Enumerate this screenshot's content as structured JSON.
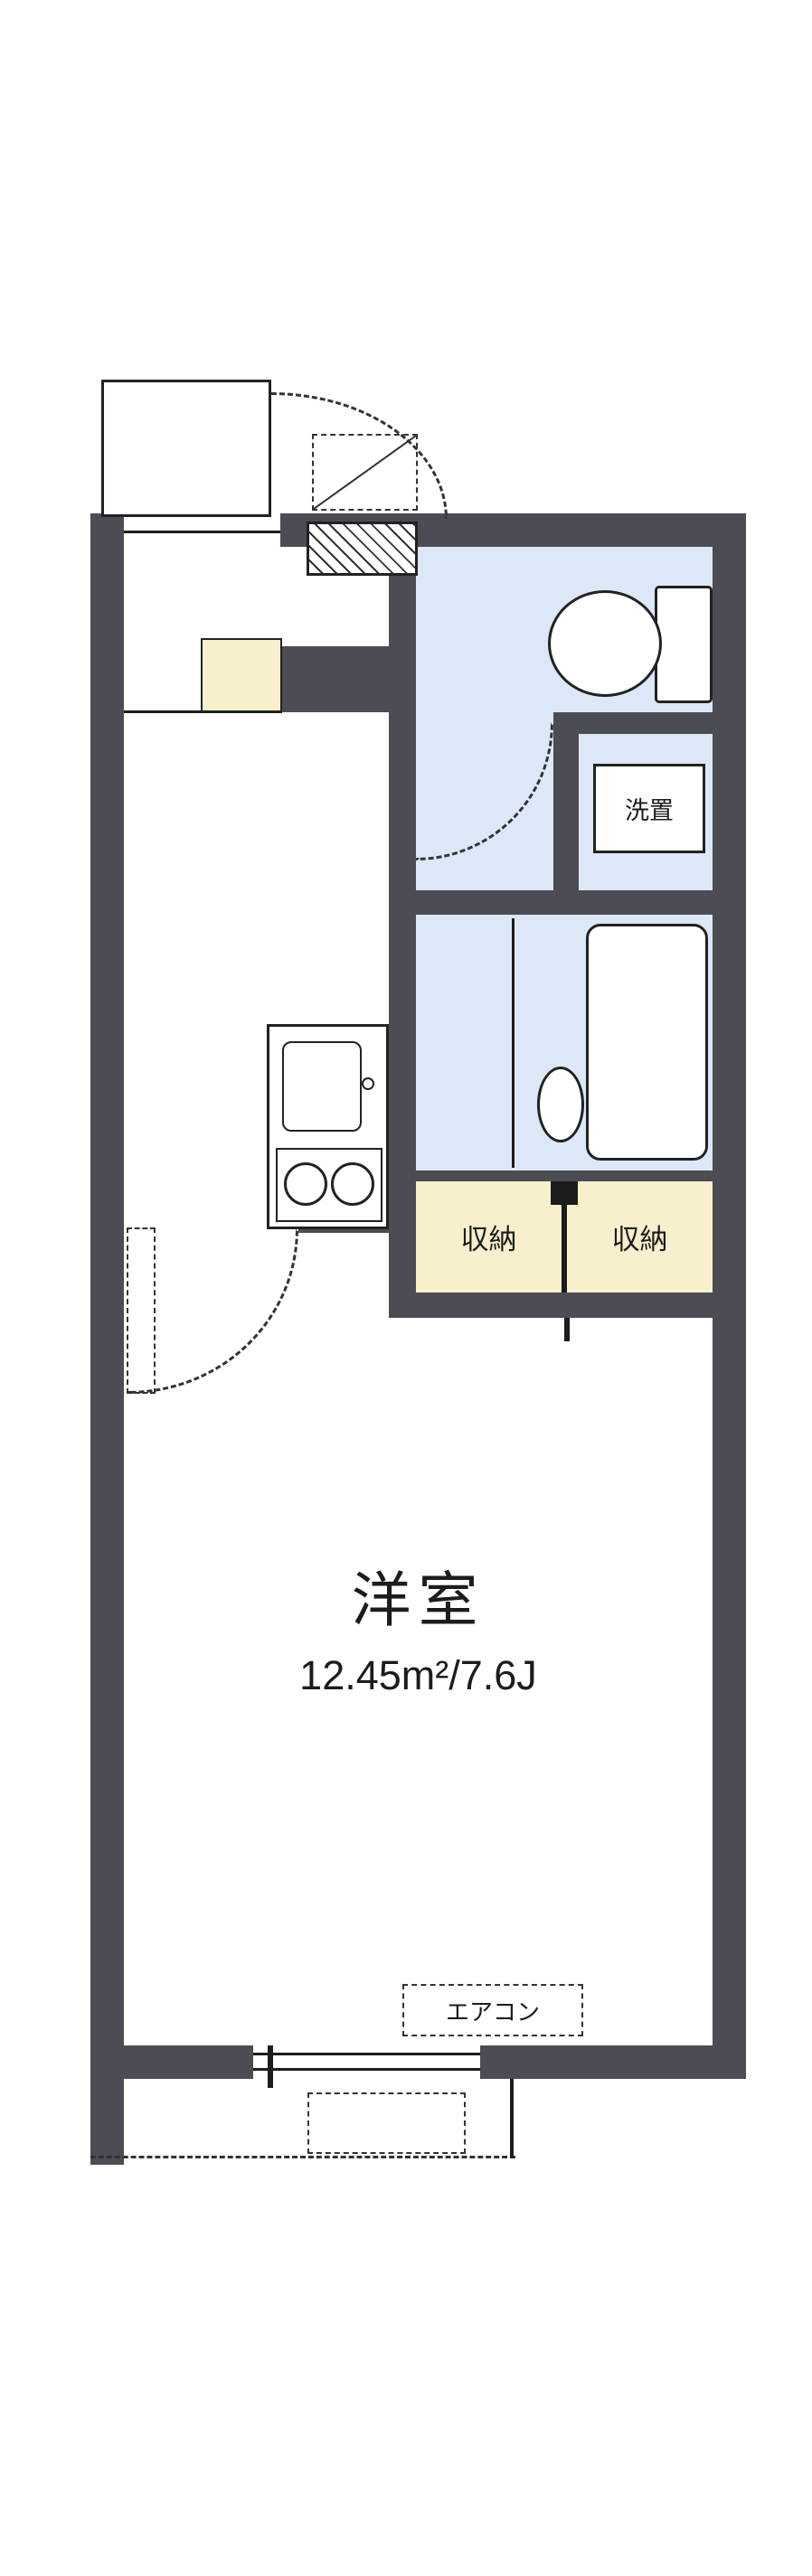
{
  "floorplan": {
    "labels": {
      "main_room": "洋室",
      "main_room_area": "12.45m²/7.6J",
      "closet_left": "収納",
      "closet_right": "収納",
      "laundry": "洗置",
      "aircon": "エアコン"
    },
    "colors": {
      "wall": "#4c4c54",
      "wet-floor": "#dce8f7",
      "closet-floor": "#f8efcd",
      "cabinet": "#f8efcd",
      "line": "#1c1c1c",
      "bg": "#ffffff"
    }
  }
}
